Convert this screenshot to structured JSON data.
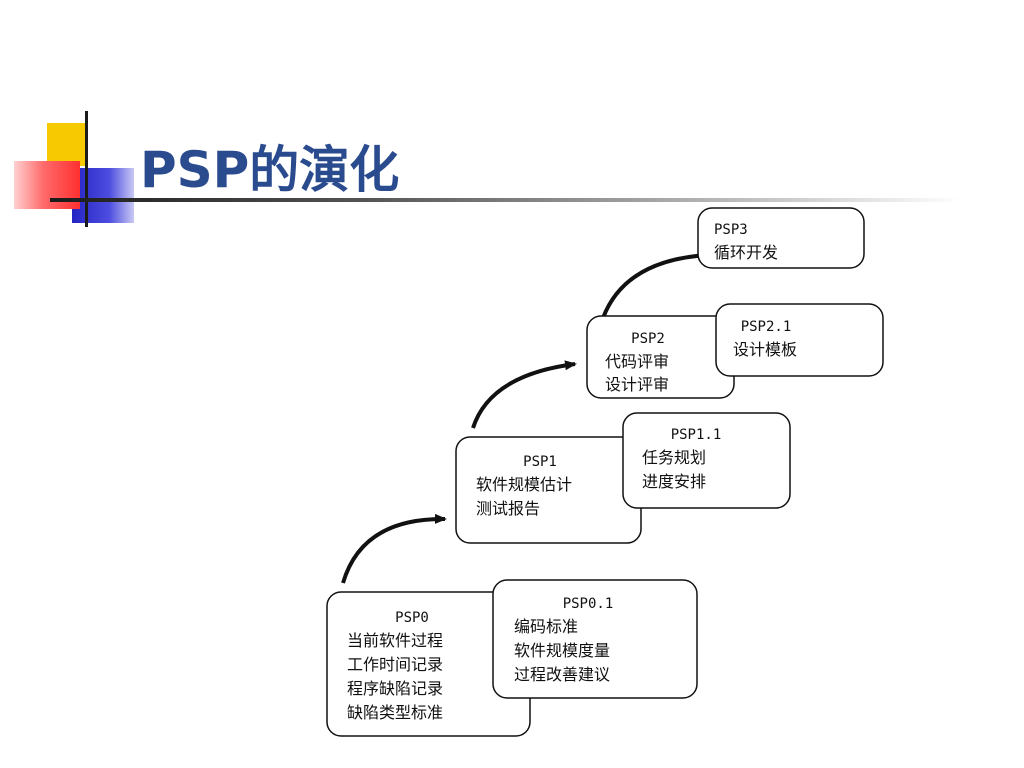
{
  "title": "PSP的演化",
  "levels": {
    "psp0": {
      "heading": "PSP0",
      "lines": [
        "当前软件过程",
        "工作时间记录",
        "程序缺陷记录",
        "缺陷类型标准"
      ]
    },
    "psp01": {
      "heading": "PSP0.1",
      "lines": [
        "编码标准",
        "软件规模度量",
        "过程改善建议"
      ]
    },
    "psp1": {
      "heading": "PSP1",
      "lines": [
        "软件规模估计",
        "测试报告"
      ]
    },
    "psp11": {
      "heading": "PSP1.1",
      "lines": [
        "任务规划",
        "进度安排"
      ]
    },
    "psp2": {
      "heading": "PSP2",
      "lines": [
        "代码评审",
        "设计评审"
      ]
    },
    "psp21": {
      "heading": "PSP2.1",
      "lines": [
        "设计模板"
      ]
    },
    "psp3": {
      "heading": "PSP3",
      "lines": [
        "循环开发"
      ]
    }
  },
  "colors": {
    "title": "#2b4b8f",
    "yellow": "#f7c900",
    "red": "#ff4b4b",
    "blue": "#2b2bc8",
    "box_border": "#111111"
  }
}
